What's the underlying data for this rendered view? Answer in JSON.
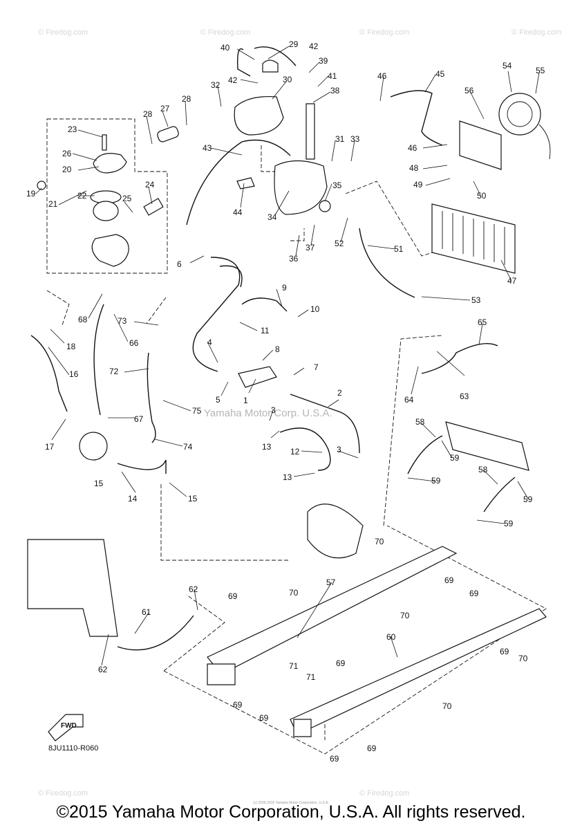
{
  "footer": {
    "copyright": "©2015 Yamaha Motor Corporation, U.S.A. All rights reserved.",
    "small_print": "(c) 2005-2015 Yamaha Motor Corporation, U.S.A."
  },
  "diagram": {
    "code": "8JU1110-R060",
    "fwd_label": "FWD",
    "center_watermark": "Yamaha Motor Corp. U.S.A.",
    "watermark_text": "© Firedog.com",
    "callouts": [
      "1",
      "2",
      "3",
      "4",
      "5",
      "6",
      "7",
      "8",
      "9",
      "10",
      "11",
      "12",
      "13",
      "14",
      "15",
      "16",
      "17",
      "18",
      "19",
      "20",
      "21",
      "22",
      "23",
      "24",
      "25",
      "26",
      "27",
      "28",
      "29",
      "30",
      "31",
      "32",
      "33",
      "34",
      "35",
      "36",
      "37",
      "38",
      "39",
      "40",
      "41",
      "42",
      "43",
      "44",
      "45",
      "46",
      "47",
      "48",
      "49",
      "50",
      "51",
      "52",
      "53",
      "54",
      "55",
      "56",
      "57",
      "58",
      "59",
      "60",
      "61",
      "62",
      "63",
      "64",
      "65",
      "66",
      "67",
      "68",
      "69",
      "70",
      "71",
      "72",
      "73",
      "74",
      "75"
    ]
  }
}
